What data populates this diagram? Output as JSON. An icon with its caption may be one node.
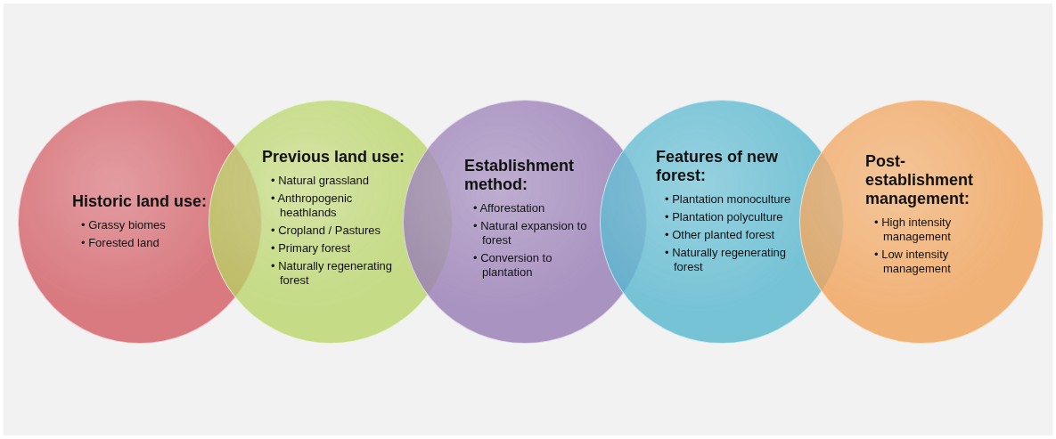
{
  "diagram": {
    "nodes": [
      {
        "text": [
          "Historic land use:",
          "• Grassy biomes",
          "• Forested land"
        ]
      },
      {
        "text": [
          "Previous land use:",
          "• Natural grassland",
          "• Anthropogenic heathlands",
          "• Cropland / Pastures",
          "• Primary forest",
          "• Naturally regenerating forest"
        ]
      },
      {
        "text": [
          "Establishment method:",
          "• Afforestation",
          "• Natural expansion to forest",
          "• Conversion to plantation"
        ]
      },
      {
        "text": [
          "Features of new forest:",
          "• Plantation monoculture",
          "• Plantation polyculture",
          "• Other planted forest",
          "• Naturally regenerating forest"
        ]
      },
      {
        "text": [
          "Post-establishment management:",
          "• High intensity management",
          "• Low intensity management"
        ]
      }
    ]
  }
}
